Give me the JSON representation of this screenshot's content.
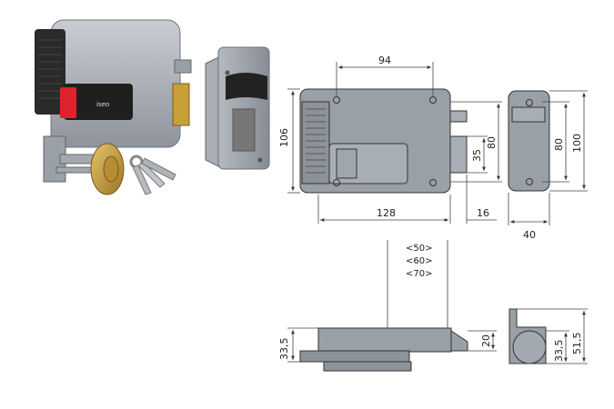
{
  "product": {
    "brand_label": "iseo",
    "colors": {
      "body_grey": "#a7acb4",
      "drawing_grey": "#9aa0a8",
      "button_red": "#e0222e",
      "handle_black": "#2a2a2a",
      "brass": "#c9a24a"
    }
  },
  "front_view": {
    "width_top": "94",
    "width_total": "128",
    "height_total": "106",
    "latch_height": "35",
    "latch_offset": "80",
    "bolt_projection": "16"
  },
  "side_view": {
    "depth": "40",
    "height_inner": "80",
    "height_total": "100"
  },
  "bottom_view": {
    "backset_options": [
      "<50>",
      "<60>",
      "<70>"
    ],
    "body_height": "33,5",
    "latch_height": "20"
  },
  "side_bottom_view": {
    "height_inner": "33,5",
    "height_total": "51,5"
  }
}
